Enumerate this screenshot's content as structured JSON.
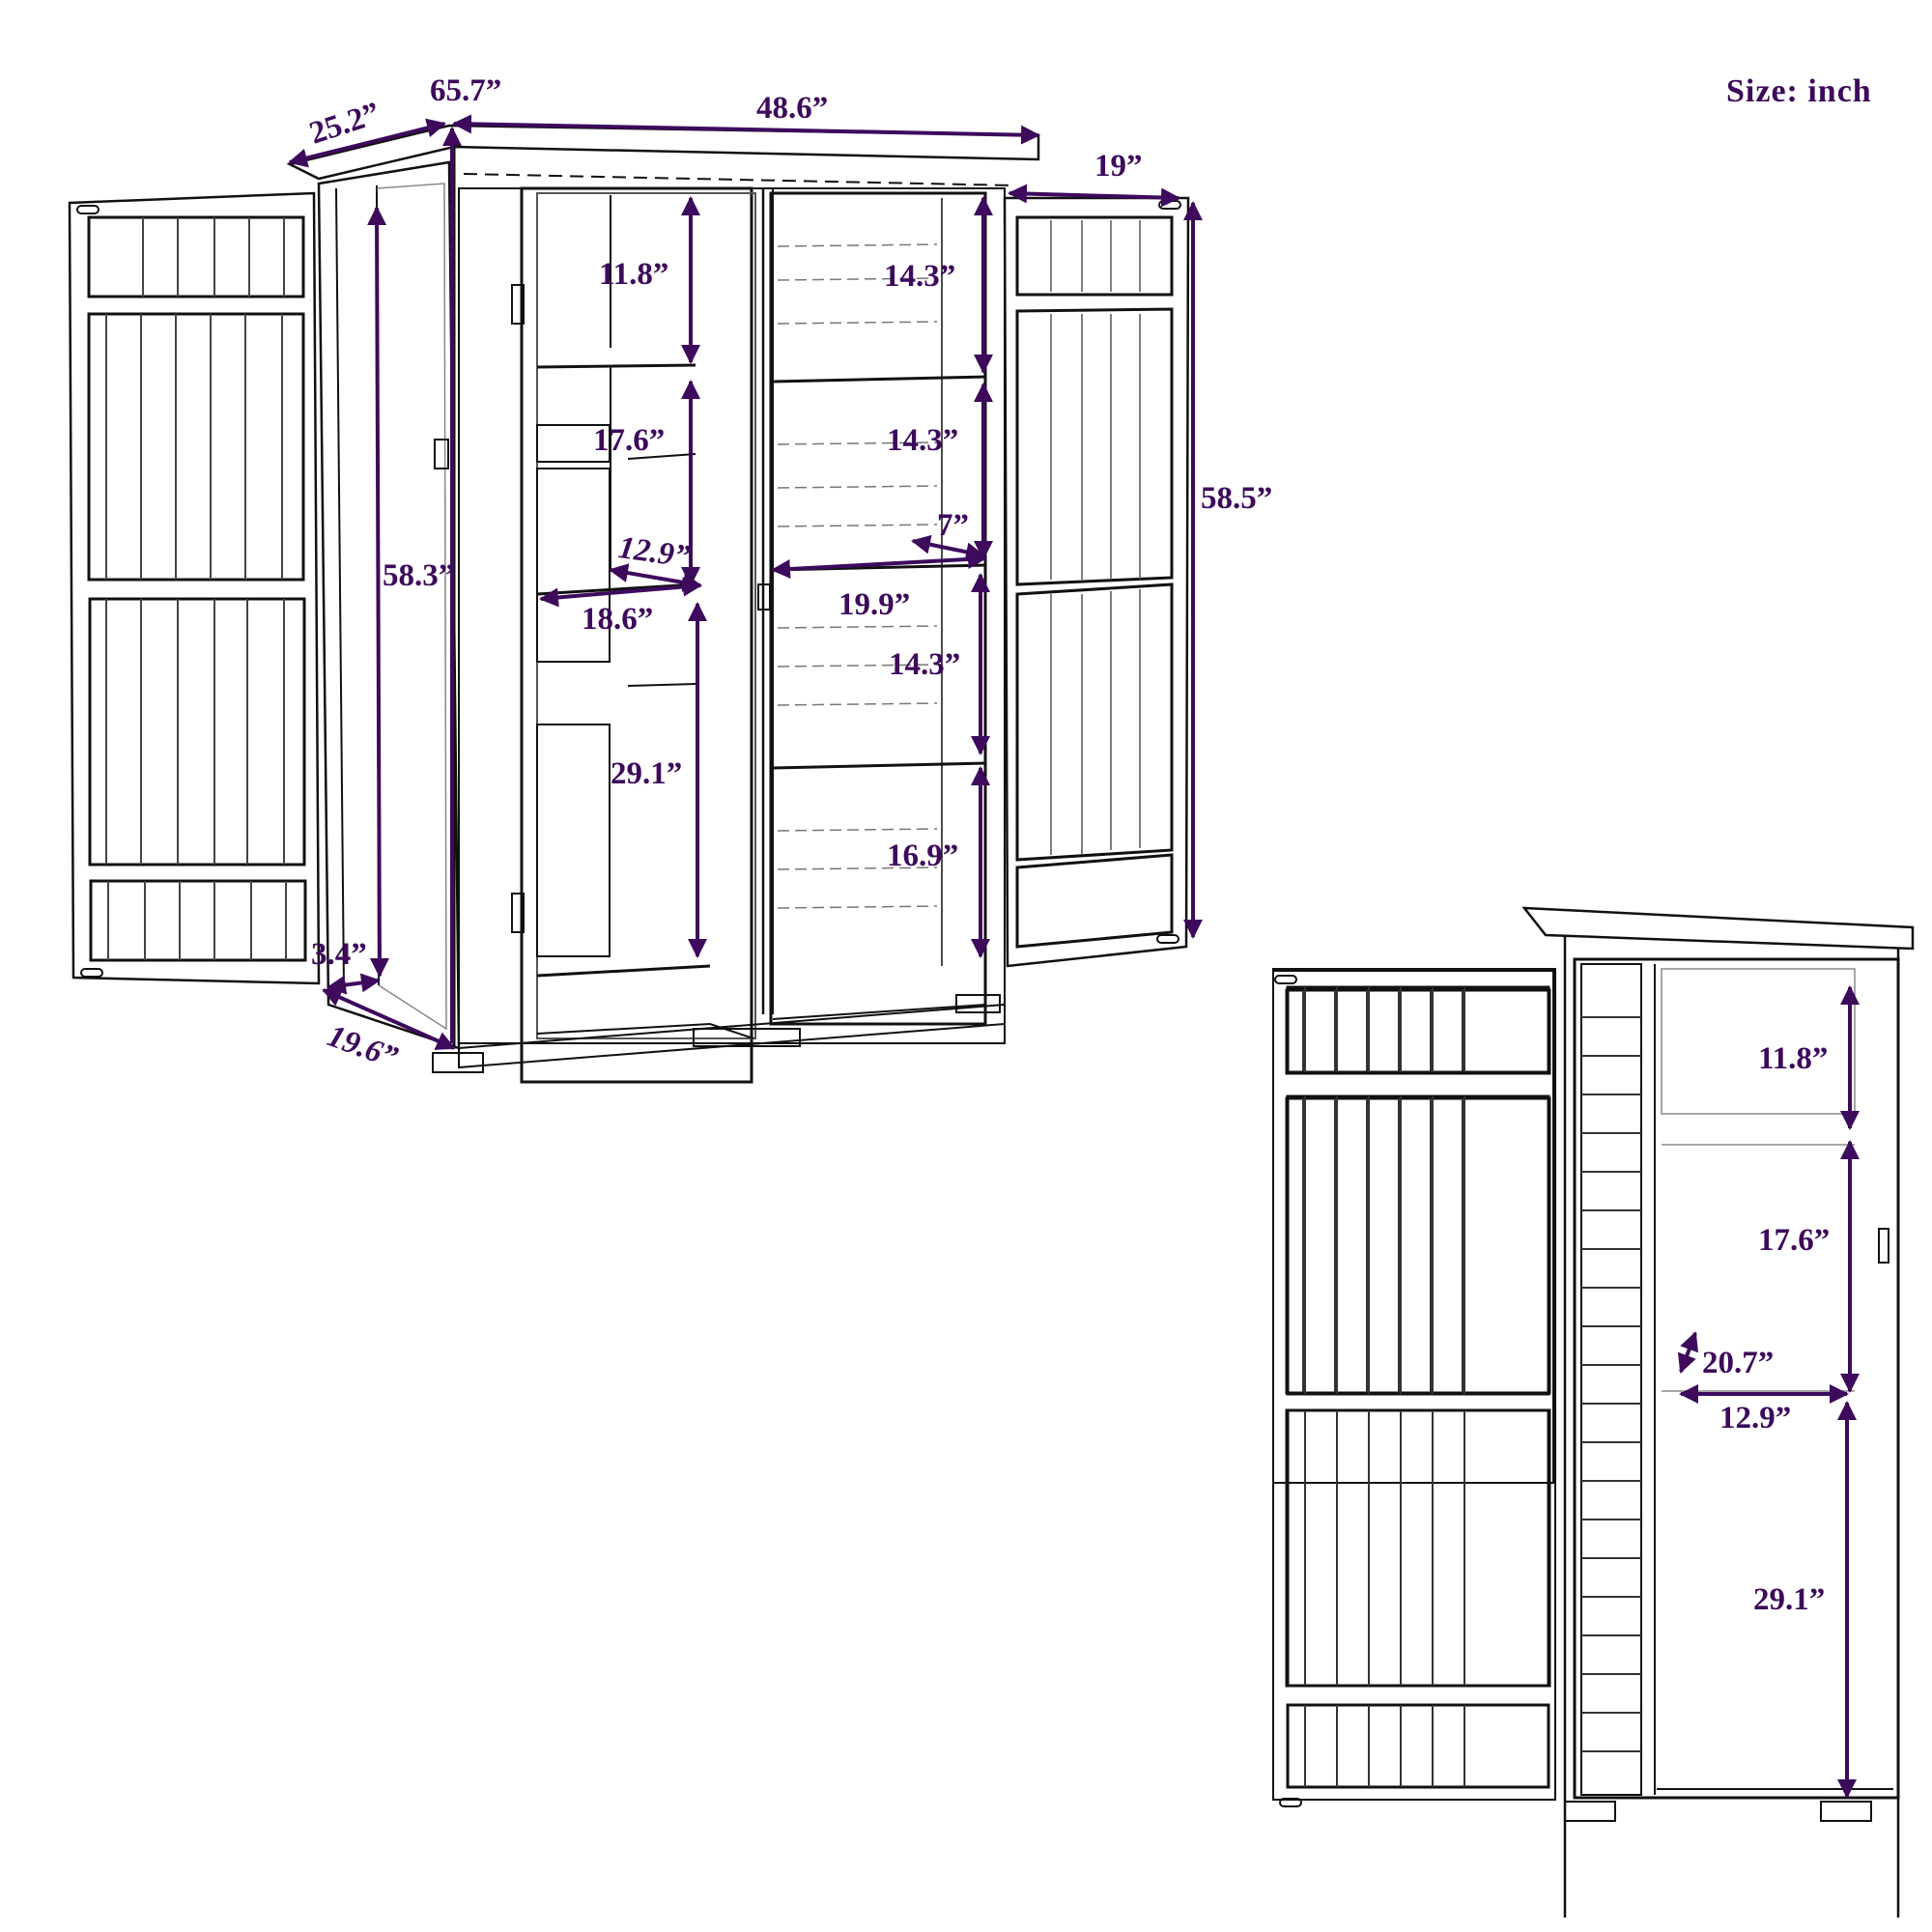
{
  "header": {
    "size_note": "Size: inch"
  },
  "colors": {
    "dimension": "#3d0a5c",
    "line": "#111111",
    "background": "#ffffff"
  },
  "front_view": {
    "title": "Front view with both doors open",
    "dimensions": {
      "roof_depth": "25.2”",
      "overall_height": "65.7”",
      "overall_width": "48.6”",
      "door_width": "19”",
      "door_height": "58.5”",
      "interior_height_left": "58.3”",
      "floor_lip": "3.4”",
      "floor_depth": "19.6”",
      "left_top_shelf_gap": "11.8”",
      "left_middle_shelf_gap": "17.6”",
      "left_shelf_depth": "12.9”",
      "left_shelf_width": "18.6”",
      "left_bottom_gap": "29.1”",
      "right_shelf_gap_1": "14.3”",
      "right_shelf_gap_2": "14.3”",
      "right_shelf_depth": "7”",
      "right_shelf_width": "19.9”",
      "right_shelf_gap_3": "14.3”",
      "right_bottom_gap": "16.9”"
    }
  },
  "side_view": {
    "title": "Side view with door open",
    "dimensions": {
      "top_gap": "11.8”",
      "middle_gap": "17.6”",
      "shelf_depth": "20.7”",
      "shelf_width": "12.9”",
      "bottom_gap": "29.1”"
    }
  }
}
